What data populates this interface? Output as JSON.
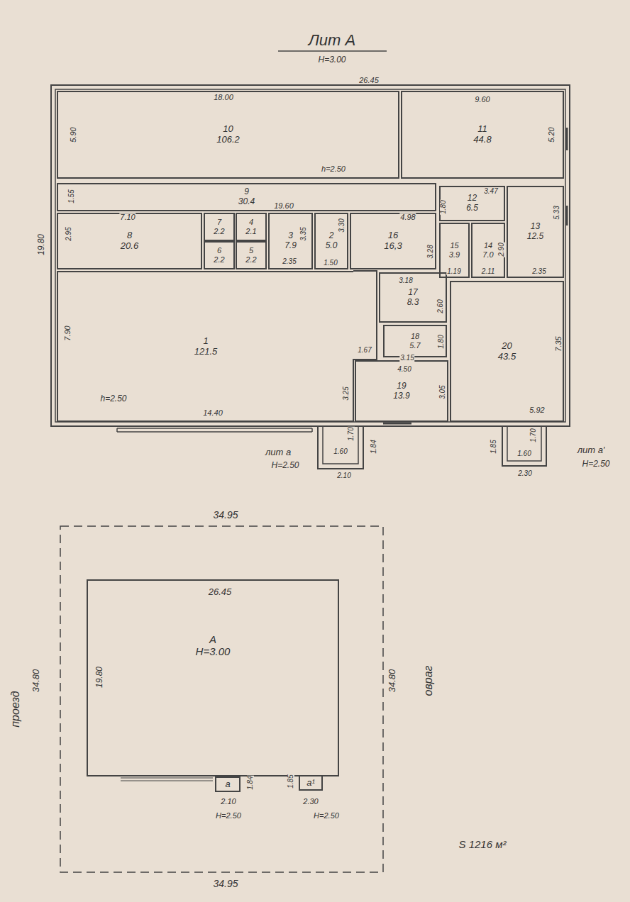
{
  "diagram": {
    "title": "Лит А",
    "nodes": [
      {
        "text": [
          "10",
          "106.2"
        ]
      },
      {
        "text": [
          "11",
          "44.8"
        ]
      },
      {
        "text": [
          "9",
          "30.4"
        ]
      },
      {
        "text": [
          "12",
          "6.5"
        ]
      },
      {
        "text": [
          "13",
          "12.5"
        ]
      },
      {
        "text": [
          "8",
          "20.6"
        ]
      },
      {
        "text": [
          "7",
          "2.2"
        ]
      },
      {
        "text": [
          "6",
          "2.2"
        ]
      },
      {
        "text": [
          "4",
          "2.1"
        ]
      },
      {
        "text": [
          "5",
          "2.2"
        ]
      },
      {
        "text": [
          "3",
          "7.9"
        ]
      },
      {
        "text": [
          "2",
          "5.0"
        ]
      },
      {
        "text": [
          "16",
          "16,3"
        ]
      },
      {
        "text": [
          "15",
          "3.9"
        ]
      },
      {
        "text": [
          "14",
          "7.0"
        ]
      },
      {
        "text": [
          "1",
          "121.5"
        ]
      },
      {
        "text": [
          "17",
          "8.3"
        ]
      },
      {
        "text": [
          "18",
          "5.7"
        ]
      },
      {
        "text": [
          "20",
          "43.5"
        ]
      },
      {
        "text": [
          "19",
          "13.9"
        ]
      },
      {
        "text": [
          "А",
          "Н=3.00"
        ]
      },
      {
        "text": [
          "а"
        ]
      },
      {
        "text": [
          "а¹"
        ]
      }
    ],
    "labels": [
      "Н=3.00",
      "26.45",
      "18.00",
      "9.60",
      "5.90",
      "5.20",
      "h=2.50",
      "1.55",
      "19.80",
      "19.60",
      "3.47",
      "1.80",
      "5.33",
      "7.10",
      "2.95",
      "3.35",
      "3.30",
      "4.98",
      "3.28",
      "2.90",
      "2.35",
      "1.50",
      "1.19",
      "2.11",
      "2.35",
      "3.18",
      "2.60",
      "1.80",
      "7.90",
      "7.35",
      "1.67",
      "3.15",
      "4.50",
      "3.25",
      "3.05",
      "h=2.50",
      "14.40",
      "5.92",
      "1.70",
      "1.84",
      "1.60",
      "2.10",
      "лит а",
      "Н=2.50",
      "1.85",
      "1.70",
      "1.60",
      "2.30",
      "лит а'",
      "Н=2.50",
      "34.95",
      "34.80",
      "проезд",
      "26.45",
      "19.80",
      "34.80",
      "овраг",
      "1.84",
      "1.85",
      "2.10",
      "2.30",
      "Н=2.50",
      "Н=2.50",
      "S 1216 м²",
      "34.95"
    ]
  }
}
